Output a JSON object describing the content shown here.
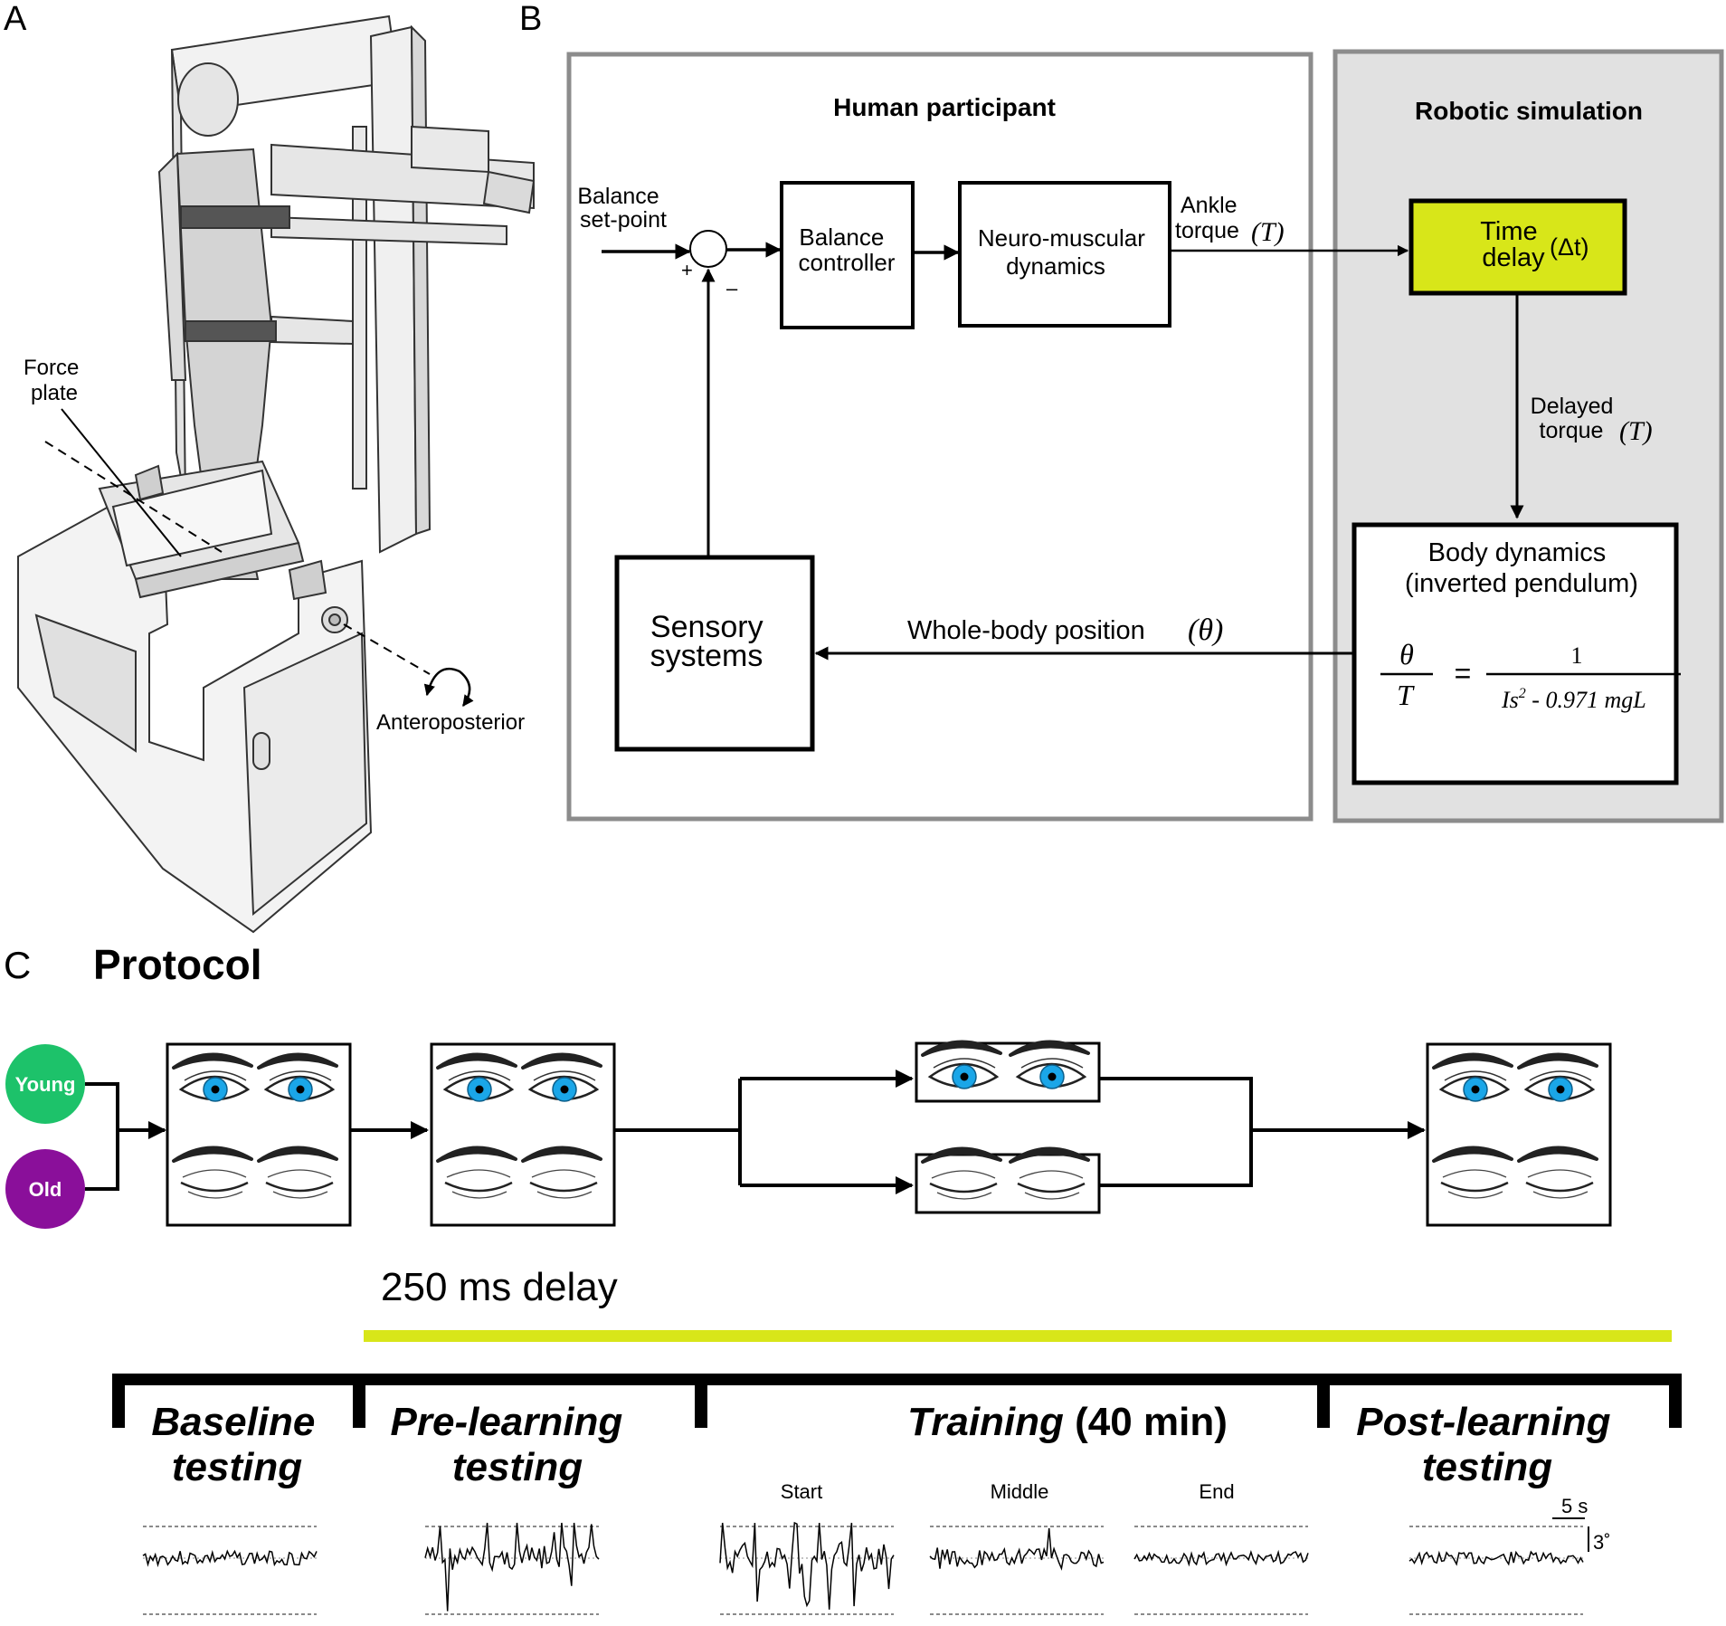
{
  "panels": {
    "a": "A",
    "b": "B",
    "c": "C"
  },
  "panel_a": {
    "force_plate_label": [
      "Force",
      "plate"
    ],
    "anteroposterior_label": "Anteroposterior"
  },
  "panel_b": {
    "human_title": "Human participant",
    "robot_title": "Robotic simulation",
    "balance_setpoint": [
      "Balance",
      "set-point"
    ],
    "plus_sign": "+",
    "minus_sign": "–",
    "balance_controller": [
      "Balance",
      "controller"
    ],
    "neuromuscular": [
      "Neuro-muscular",
      "dynamics"
    ],
    "ankle_torque": [
      "Ankle",
      "torque"
    ],
    "torque_symbol": "(T)",
    "time_delay": [
      "Time",
      "delay"
    ],
    "delta_t": "(Δt)",
    "delayed_torque": [
      "Delayed",
      "torque"
    ],
    "body_dynamics": [
      "Body dynamics",
      "(inverted pendulum)"
    ],
    "equation": {
      "num_left": "θ",
      "den_left": "T",
      "equals": "=",
      "num_right": "1",
      "den_right_a": "Is",
      "den_right_sup": "2",
      "den_right_b": " - 0.971 mgL"
    },
    "sensory_systems": [
      "Sensory",
      "systems"
    ],
    "whole_body_position": "Whole-body position",
    "theta_symbol": "(θ)"
  },
  "panel_c": {
    "title": "Protocol",
    "young": "Young",
    "old": "Old",
    "delay_label": "250 ms delay",
    "phases": {
      "baseline": [
        "Baseline",
        "testing"
      ],
      "pre": [
        "Pre-learning",
        "testing"
      ],
      "training": "Training",
      "training_duration": " (40 min)",
      "post": [
        "Post-learning",
        "testing"
      ]
    },
    "trace_labels": {
      "start": "Start",
      "middle": "Middle",
      "end": "End"
    },
    "scale_time": "5 s",
    "scale_angle": "3˚"
  },
  "colors": {
    "young": "#1dc26a",
    "old": "#8a0f9a",
    "delay_box": "#d8e619",
    "delay_bar": "#d8e619",
    "iris": "#1aa6e8",
    "robot_panel": "#e1e1e1",
    "panel_border": "#8c8c8c"
  }
}
